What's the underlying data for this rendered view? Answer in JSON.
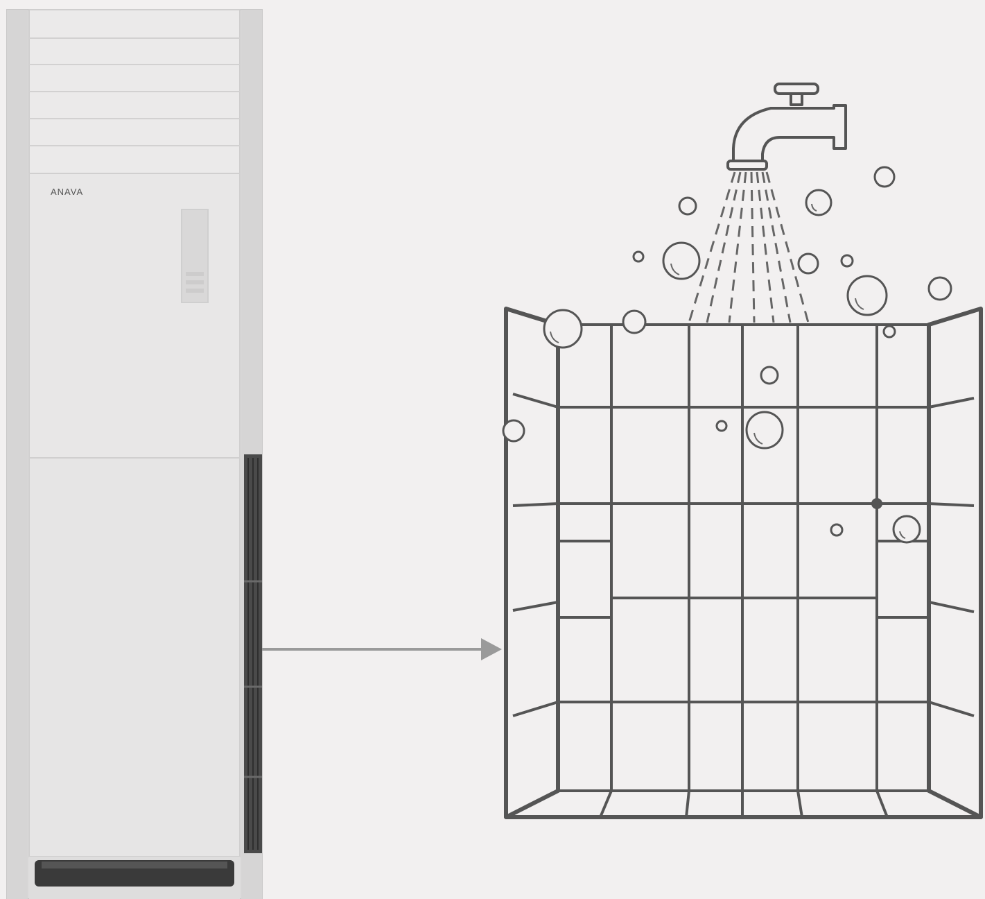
{
  "ac_unit": {
    "brand": "ANAVA"
  },
  "arrow": {
    "direction": "right"
  },
  "shower": {
    "icon": "faucet-icon",
    "bubbles": "soap-bubbles"
  },
  "colors": {
    "background": "#f2f0f0",
    "unit_body": "#e9e8e8",
    "line": "#555555",
    "arrow": "#9a9a9a"
  }
}
